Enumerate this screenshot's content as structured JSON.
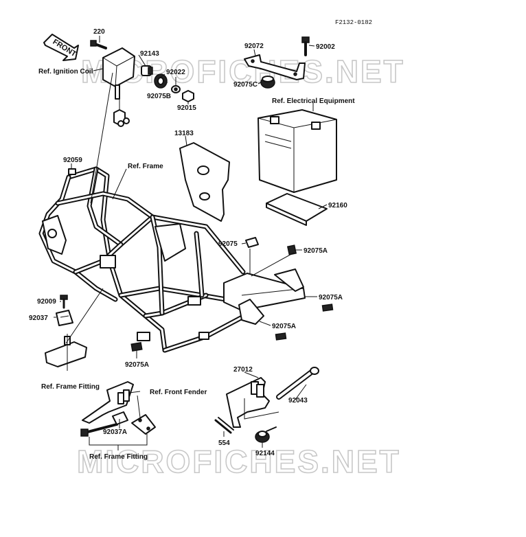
{
  "figure_code": "F2132-0182",
  "front_arrow_text": "FRONT",
  "watermark_text": "MICROFICHES.NET",
  "colors": {
    "ink": "#111111",
    "watermark": "#c8c8c8",
    "background": "#ffffff"
  },
  "labels": {
    "ref_ignition_coil": "Ref. Ignition Coil",
    "ref_electrical_equipment": "Ref. Electrical Equipment",
    "ref_frame": "Ref. Frame",
    "ref_frame_fitting_left": "Ref. Frame Fitting",
    "ref_front_fender": "Ref. Front Fender",
    "ref_frame_fitting_bottom": "Ref. Frame Fitting"
  },
  "parts": {
    "p220": "220",
    "p92143": "92143",
    "p92022": "92022",
    "p92075b": "92075B",
    "p92015": "92015",
    "p92072": "92072",
    "p92002": "92002",
    "p92075c": "92075C",
    "p13183": "13183",
    "p92160": "92160",
    "p92059": "92059",
    "p92075_top": "92075",
    "p92075a_right1": "92075A",
    "p92075a_right2": "92075A",
    "p92075a_center": "92075A",
    "p92075a_left": "92075A",
    "p92009": "92009",
    "p92037": "92037",
    "p92037a": "92037A",
    "p27012": "27012",
    "p92043": "92043",
    "p554": "554",
    "p92144": "92144"
  }
}
